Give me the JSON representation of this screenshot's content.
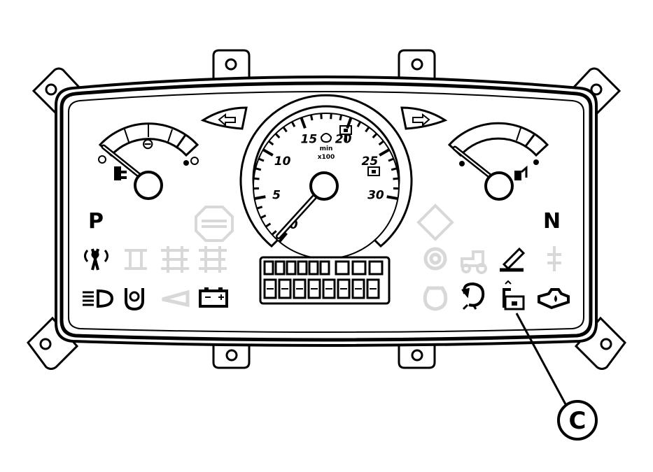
{
  "tachometer": {
    "ticks": [
      {
        "label": "0",
        "angle": 220
      },
      {
        "label": "5",
        "angle": 260
      },
      {
        "label": "10",
        "angle": 300
      },
      {
        "label": "15",
        "angle": 340
      },
      {
        "label": "20",
        "angle": 380
      },
      {
        "label": "25",
        "angle": 420
      },
      {
        "label": "30",
        "angle": 460
      }
    ],
    "unit_rpm": "min",
    "unit_multiplier": "x100"
  },
  "fuel_gauge": {
    "mark": "⊖"
  },
  "indicators": {
    "park_letter": "P",
    "neutral_letter": "N"
  },
  "callout": {
    "label": "C"
  }
}
